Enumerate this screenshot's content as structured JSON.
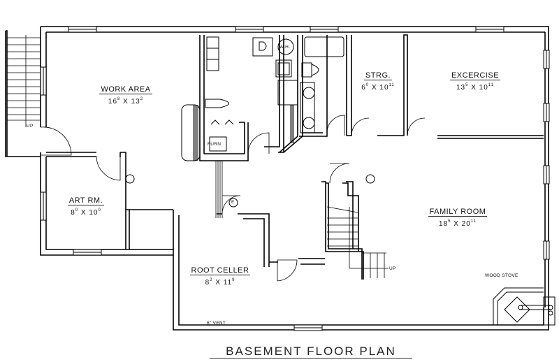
{
  "title": "BASEMENT FLOOR PLAN",
  "rooms": {
    "work_area": {
      "name": "WORK AREA",
      "w": "16",
      "w_in": "8",
      "h": "13",
      "h_in": "2"
    },
    "art_room": {
      "name": "ART RM.",
      "w": "8",
      "w_in": "0",
      "h": "10",
      "h_in": "0"
    },
    "root_cellar": {
      "name": "ROOT CELLER",
      "w": "8",
      "w_in": "2",
      "h": "11",
      "h_in": "9"
    },
    "storage": {
      "name": "STRG.",
      "w": "6",
      "w_in": "0",
      "h": "10",
      "h_in": "11"
    },
    "exercise": {
      "name": "EXCERCISE",
      "w": "13",
      "w_in": "5",
      "h": "10",
      "h_in": "11"
    },
    "family_room": {
      "name": "FAMILY ROOM",
      "w": "18",
      "w_in": "5",
      "h": "20",
      "h_in": "11"
    }
  },
  "labels": {
    "furnace": "FURN.",
    "water_heater": "W.H.",
    "electrical": "E",
    "vent": "6\" VENT",
    "wood_stove": "WOOD STOVE",
    "stair_up_left": "UP",
    "stair_up_center": "UP",
    "dim_separator": "X"
  }
}
